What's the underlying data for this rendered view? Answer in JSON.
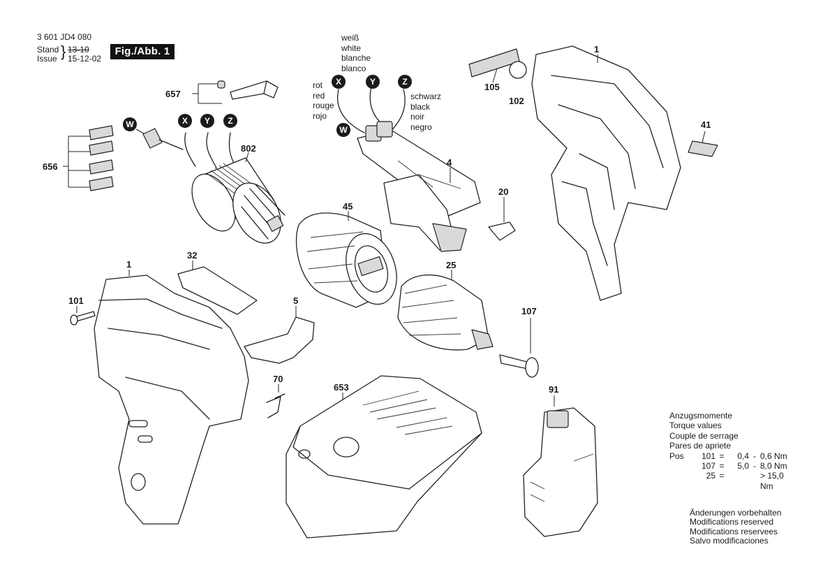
{
  "header": {
    "part_number": "3 601 JD4 080",
    "stand_label": "Stand",
    "issue_label": "Issue",
    "stand_date": "13-10",
    "issue_date": "15-12-02",
    "fig_label": "Fig./Abb. 1"
  },
  "wire_colors": {
    "white": [
      "weiß",
      "white",
      "blanche",
      "blanco"
    ],
    "red": [
      "rot",
      "red",
      "rouge",
      "rojo"
    ],
    "black": [
      "schwarz",
      "black",
      "noir",
      "negro"
    ]
  },
  "connectors": [
    "X",
    "Y",
    "Z",
    "W"
  ],
  "parts": {
    "p1": "1",
    "p4": "4",
    "p5": "5",
    "p20": "20",
    "p25": "25",
    "p32": "32",
    "p41": "41",
    "p45": "45",
    "p70": "70",
    "p91": "91",
    "p101": "101",
    "p102": "102",
    "p105": "105",
    "p107": "107",
    "p653": "653",
    "p656": "656",
    "p657": "657",
    "p802": "802"
  },
  "torque": {
    "titles": [
      "Anzugsmomente",
      "Torque values",
      "Couple de serrage",
      "Pares de apriete"
    ],
    "rows": [
      {
        "pos_label": "Pos",
        "pos": "101",
        "eq": "=",
        "from": "0,4",
        "dash": "-",
        "to": "0,6 Nm"
      },
      {
        "pos_label": "",
        "pos": "107",
        "eq": "=",
        "from": "5,0",
        "dash": "-",
        "to": "8,0 Nm"
      },
      {
        "pos_label": "",
        "pos": "25",
        "eq": "=",
        "from": "",
        "dash": "",
        "to": "> 15,0 Nm"
      }
    ]
  },
  "modifications": [
    "Änderungen vorbehalten",
    "Modifications reserved",
    "Modifications reservees",
    "Salvo modificaciones"
  ]
}
